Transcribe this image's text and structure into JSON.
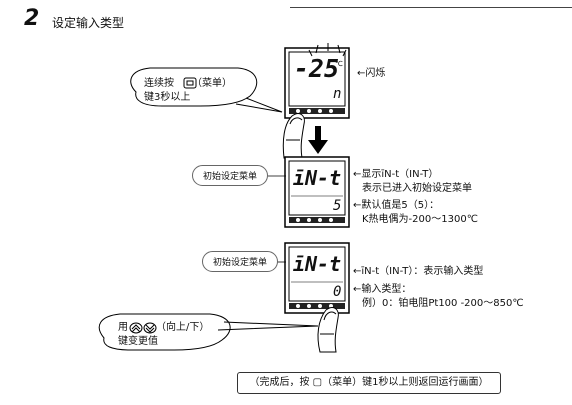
{
  "step": {
    "number": "2",
    "title": "设定输入类型"
  },
  "bubble_top": {
    "line1": "连续按",
    "line1_after": "（菜单）",
    "line2": "键3秒以上"
  },
  "bubble_bottom": {
    "line1_before": "用",
    "line1_after": "（向上/下）",
    "line2": "键变更值"
  },
  "display1": {
    "pv": "-25",
    "sv": "n",
    "annotation": "←闪烁"
  },
  "display2": {
    "tag": "初始设定菜单",
    "pv": "īN-t",
    "sv": "5",
    "ann1_line1": "←显示īN-t（IN-T）",
    "ann1_line2": "表示已进入初始设定菜单",
    "ann2_line1": "←默认值是5（5）：",
    "ann2_line2": "K热电偶为-200～1300℃"
  },
  "display3": {
    "tag": "初始设定菜单",
    "pv": "īN-t",
    "sv": "0",
    "ann1": "←īN-t（IN-T）：表示输入类型",
    "ann2_line1": "←输入类型：",
    "ann2_line2": "例）0：铂电阻Pt100 -200～850℃"
  },
  "footer_note": "（完成后，按 ▢（菜单）键1秒以上则返回运行画面）"
}
